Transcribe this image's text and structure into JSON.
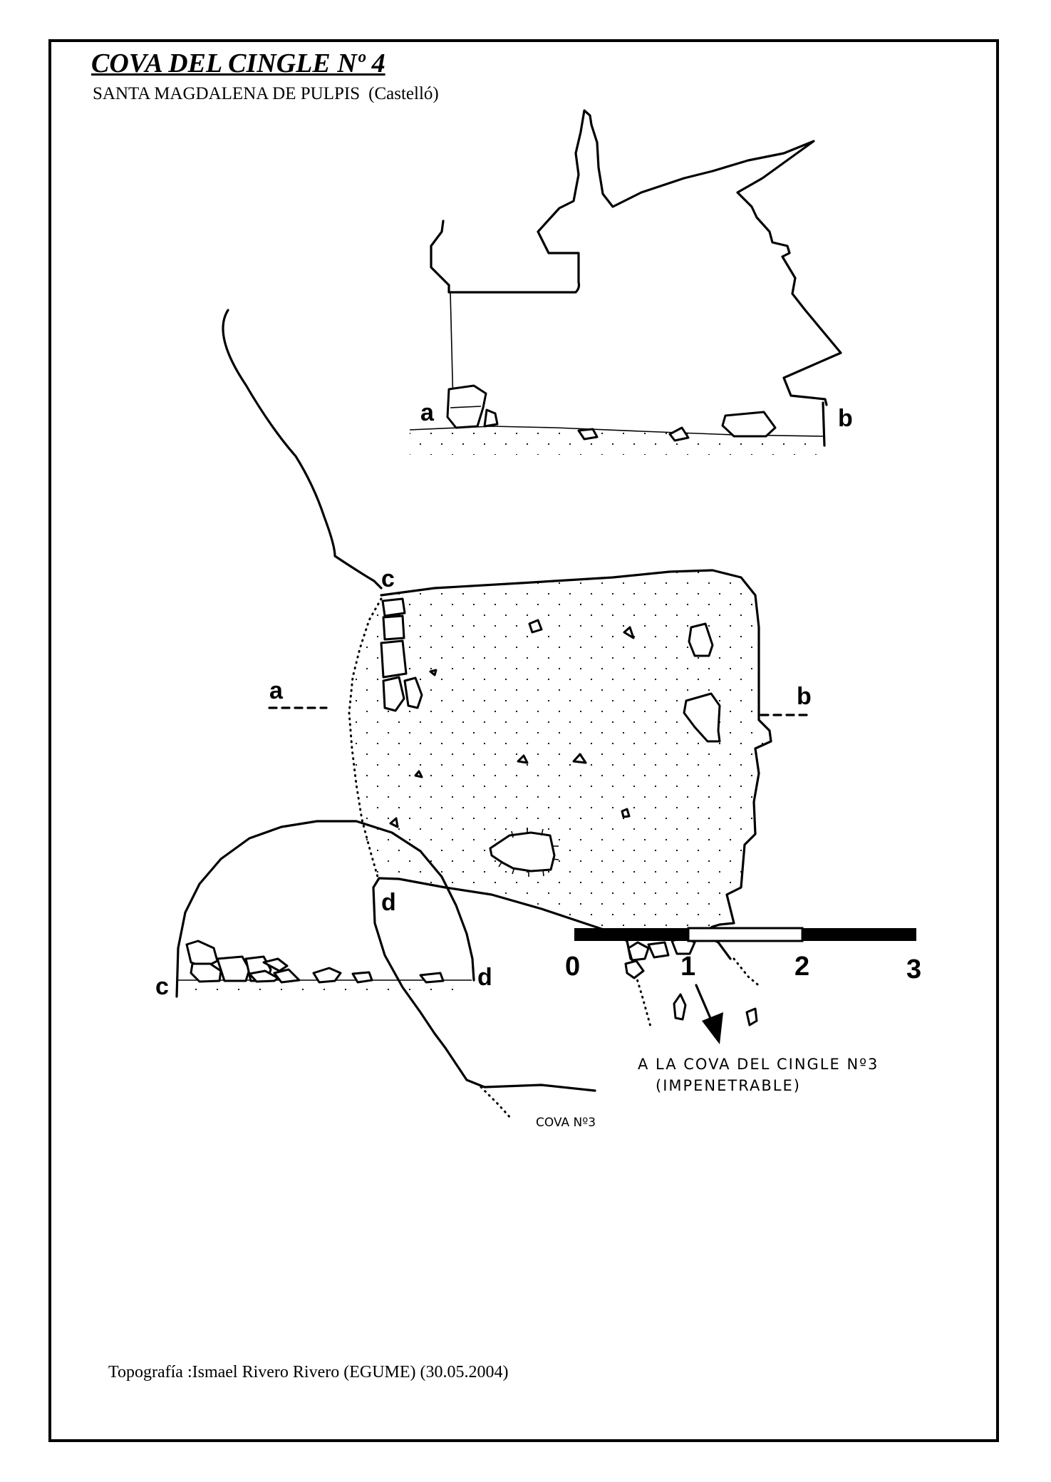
{
  "header": {
    "title": "COVA DEL CINGLE Nº 4",
    "location": "SANTA MAGDALENA DE PULPIS",
    "region": "(Castelló)"
  },
  "labels": {
    "section_a": "a",
    "section_b": "b",
    "section_c": "c",
    "section_d": "d"
  },
  "annotations": {
    "passage_line1": "A LA COVA DEL CINGLE Nº3",
    "passage_line2": "(IMPENETRABLE)",
    "cave3": "COVA Nº3"
  },
  "scale_bar": {
    "ticks": [
      "0",
      "1",
      "2",
      "3"
    ]
  },
  "footer": {
    "credit": "Topografía :Ismael Rivero Rivero (EGUME) (30.05.2004)"
  }
}
